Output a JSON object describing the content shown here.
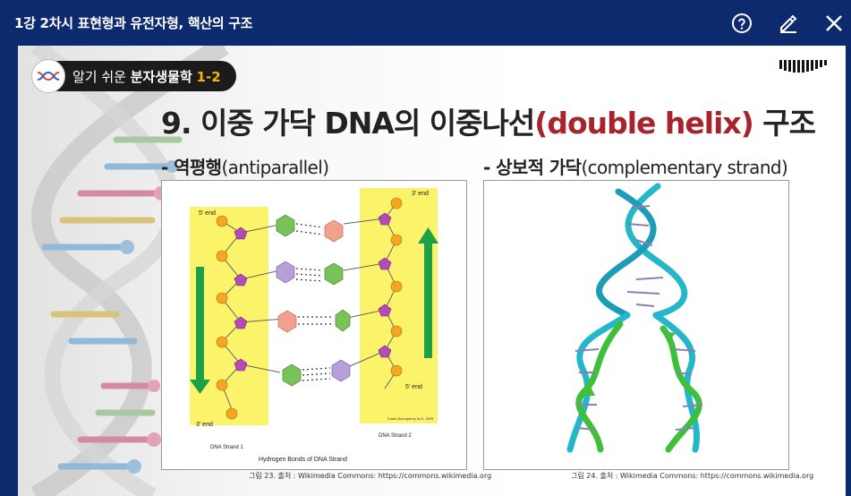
{
  "header": {
    "title": "1강 2차시 표현형과 유전자형, 핵산의 구조",
    "help_icon": "help-circle-icon",
    "edit_icon": "pencil-icon",
    "close_icon": "close-icon"
  },
  "slide": {
    "course_badge": {
      "prefix": "알기 쉬운 ",
      "name": "분자생물학",
      "number": "1-2"
    },
    "title": {
      "main": "9. 이중 가닥 DNA의 이중나선",
      "highlight": "(double helix)",
      "suffix": " 구조"
    },
    "left": {
      "subtitle_bold": "- 역평행",
      "subtitle_paren": "(antiparallel)",
      "figure": {
        "label_5_top": "5' end",
        "label_3_top": "3' end",
        "label_5_bottom": "5' end",
        "label_3_bottom": "3' end",
        "strand1": "DNA Strand 1",
        "strand2": "DNA Strand 2",
        "caption": "Hydrogen Bonds of DNA Strand",
        "credit": "Frank Boumphrey M.D. 2009"
      },
      "source": "그림 23. 출처 : Wikimedia Commons: https://commons.wikimedia.org"
    },
    "right": {
      "subtitle_bold": "- 상보적 가닥",
      "subtitle_paren": "(complementary strand)",
      "source": "그림 24. 출처 : Wikimedia Commons: https://commons.wikimedia.org"
    }
  },
  "colors": {
    "header_bg": "#0d2a6e",
    "title_red": "#a8242d",
    "yellow": "#fbf46b",
    "green_arrow": "#1ea048"
  }
}
